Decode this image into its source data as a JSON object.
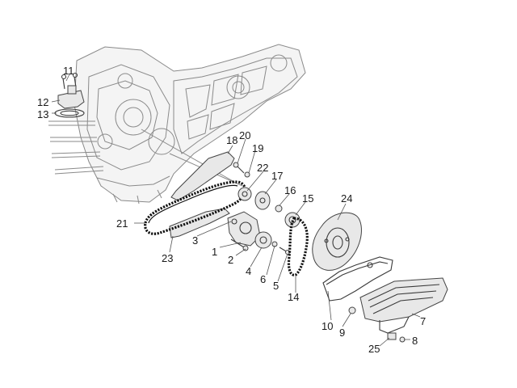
{
  "callouts": [
    {
      "id": "1",
      "text": "1"
    },
    {
      "id": "2",
      "text": "2"
    },
    {
      "id": "3",
      "text": "3"
    },
    {
      "id": "4",
      "text": "4"
    },
    {
      "id": "5",
      "text": "5"
    },
    {
      "id": "6",
      "text": "6"
    },
    {
      "id": "7",
      "text": "7"
    },
    {
      "id": "8",
      "text": "8"
    },
    {
      "id": "9",
      "text": "9"
    },
    {
      "id": "10",
      "text": "10"
    },
    {
      "id": "11",
      "text": "11"
    },
    {
      "id": "12",
      "text": "12"
    },
    {
      "id": "13",
      "text": "13"
    },
    {
      "id": "14",
      "text": "14"
    },
    {
      "id": "15",
      "text": "15"
    },
    {
      "id": "16",
      "text": "16"
    },
    {
      "id": "17",
      "text": "17"
    },
    {
      "id": "18",
      "text": "18"
    },
    {
      "id": "19",
      "text": "19"
    },
    {
      "id": "20",
      "text": "20"
    },
    {
      "id": "21",
      "text": "21"
    },
    {
      "id": "22",
      "text": "22"
    },
    {
      "id": "23",
      "text": "23"
    },
    {
      "id": "24",
      "text": "24"
    },
    {
      "id": "25",
      "text": "25"
    }
  ],
  "colors": {
    "ink": "#8a8a8a",
    "part_outline": "#444444",
    "chain": "#111111",
    "background": "#ffffff"
  }
}
